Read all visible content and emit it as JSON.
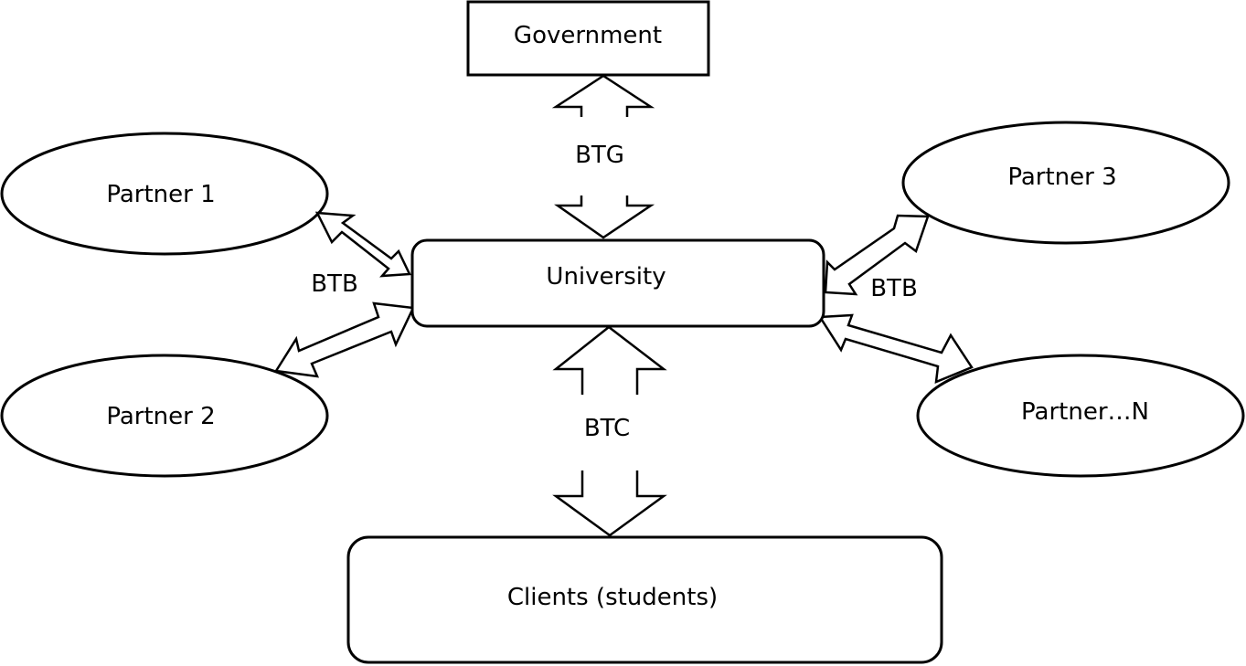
{
  "nodes": {
    "government": "Government",
    "university": "University",
    "clients": "Clients (students)",
    "partner1": "Partner 1",
    "partner2": "Partner 2",
    "partner3": "Partner 3",
    "partnerN": "Partner…N"
  },
  "connections": {
    "btg": "BTG",
    "btb_left": "BTB",
    "btb_right": "BTB",
    "btc": "BTC"
  }
}
